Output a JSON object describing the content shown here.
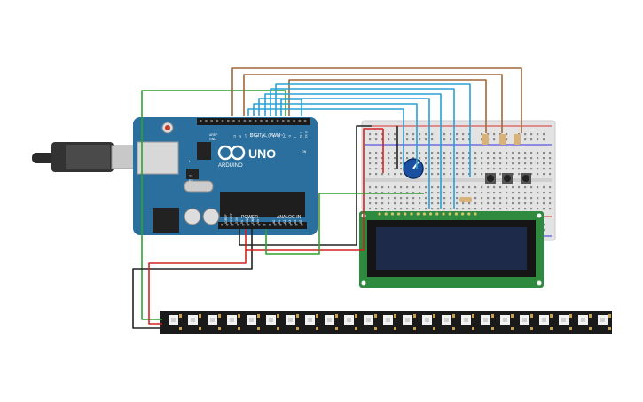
{
  "arduino": {
    "brand": "UNO",
    "logo_text": "ARDUINO",
    "digital_header": "DIGITAL (PWM~)",
    "power_header": "POWER",
    "analog_header": "ANALOG IN",
    "aref_label": "AREF",
    "gnd_label": "GND",
    "tx_label": "TX",
    "rx_label": "RX",
    "l_label": "L",
    "on_label": "ON",
    "digital_pins": [
      "13",
      "12",
      "~11",
      "~10",
      "~9",
      "8",
      "7",
      "~6",
      "~5",
      "4",
      "~3",
      "2",
      "TX 1",
      "RX 0"
    ],
    "power_pins": [
      "IOREF",
      "RESET",
      "3.3V",
      "5V",
      "GND",
      "GND",
      "Vin"
    ],
    "analog_pins": [
      "A0",
      "A1",
      "A2",
      "A3",
      "A4",
      "A5"
    ]
  },
  "led_strip": {
    "pixel_count": 23
  },
  "wire_colors": {
    "green": "#2ca32c",
    "brown": "#a0673a",
    "blue": "#2aa0d4",
    "black": "#222222",
    "red": "#d62222"
  },
  "colors": {
    "arduino_board": "#2a6f9e",
    "breadboard": "#e3e3e3",
    "lcd_board": "#2d8a3e",
    "lcd_screen": "#1e2a4a",
    "strip": "#1a1a1a",
    "pot": "#1b4fa0"
  }
}
